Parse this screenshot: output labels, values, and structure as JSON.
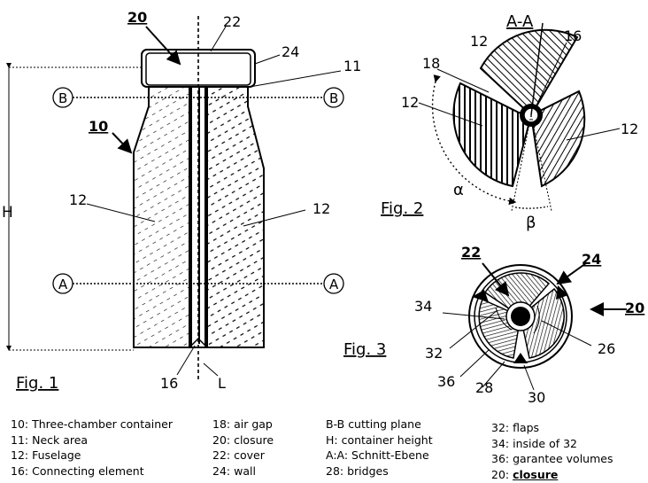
{
  "fig1": {
    "caption": "Fig. 1",
    "labels": {
      "n20": "20",
      "n22": "22",
      "n24": "24",
      "n11": "11",
      "n10": "10",
      "n12_left": "12",
      "n12_right": "12",
      "n16": "16",
      "L": "L",
      "H": "H",
      "B_left": "B",
      "B_right": "B",
      "A_left": "A",
      "A_right": "A"
    }
  },
  "fig2": {
    "caption": "Fig. 2",
    "section_title": "A-A",
    "labels": {
      "n12_top": "12",
      "n16": "16",
      "n18": "18",
      "n12_left": "12",
      "n12_right": "12",
      "alpha": "α",
      "beta": "β"
    }
  },
  "fig3": {
    "caption": "Fig. 3",
    "labels": {
      "n22": "22",
      "n24": "24",
      "n20": "20",
      "n34": "34",
      "n26": "26",
      "n32": "32",
      "n36": "36",
      "n28": "28",
      "n30": "30"
    }
  },
  "legend": {
    "col1": [
      "10: Three-chamber  container",
      "11: Neck area",
      "12: Fuselage",
      "16: Connecting element"
    ],
    "col2": [
      "18: air gap",
      "20: closure",
      "22: cover",
      "24: wall"
    ],
    "col3": [
      "B-B  cutting plane",
      "H: container height",
      "A:A:  Schnitt-Ebene",
      "28: bridges"
    ],
    "col4": [
      "32: flaps",
      "34: inside  of 32",
      "36: garantee volumes"
    ],
    "col4_last_prefix": "20: ",
    "col4_last_emph": "closure"
  }
}
